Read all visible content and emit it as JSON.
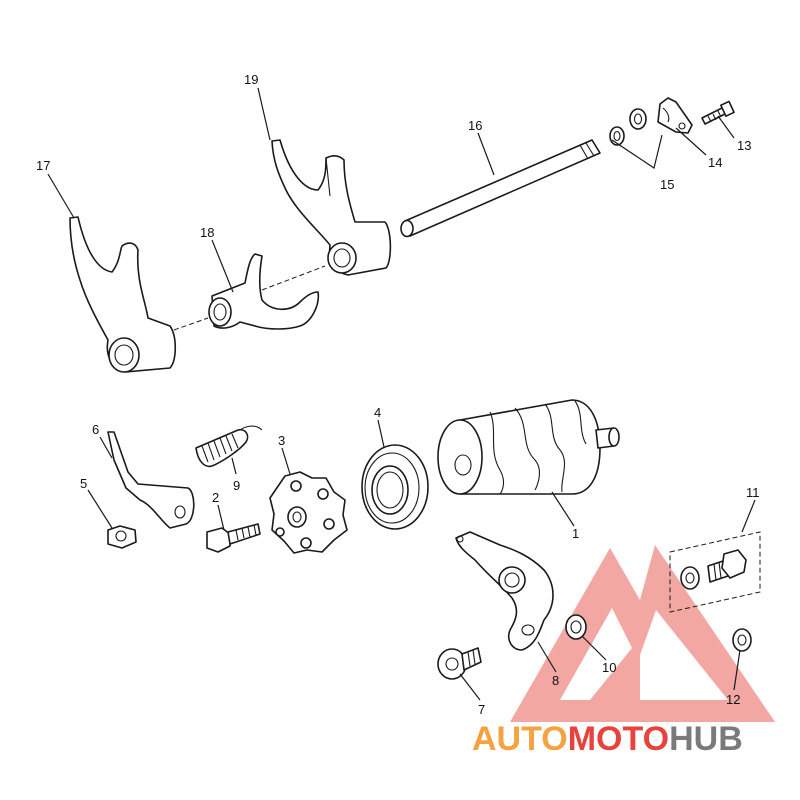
{
  "callouts": {
    "c1": "1",
    "c2": "2",
    "c3": "3",
    "c4": "4",
    "c5": "5",
    "c6": "6",
    "c7": "7",
    "c8": "8",
    "c9": "9",
    "c10": "10",
    "c11": "11",
    "c12": "12",
    "c13": "13",
    "c14": "14",
    "c15": "15",
    "c16": "16",
    "c17": "17",
    "c18": "18",
    "c19": "19"
  },
  "watermark": {
    "part1": "AUTO",
    "part2": "MOTO",
    "part3": "HUB",
    "color_orange": "#f4a340",
    "color_red": "#e7433c",
    "color_gray": "#7a7a7a",
    "logo_color": "#f08a85"
  }
}
